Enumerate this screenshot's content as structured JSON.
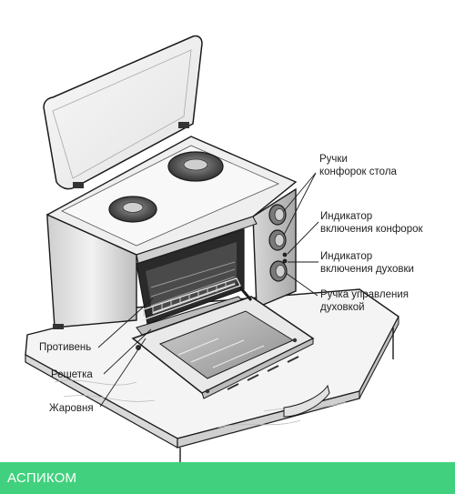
{
  "labels": {
    "burner_knobs": [
      "Ручки",
      "конфорок стола"
    ],
    "burner_indicator": [
      "Индикатор",
      "включения конфорок"
    ],
    "oven_indicator": [
      "Индикатор",
      "включения духовки"
    ],
    "oven_knob": [
      "Ручка управления",
      "духовкой"
    ],
    "tray": "Противень",
    "rack": "Решетка",
    "roaster": "Жаровня"
  },
  "footer": {
    "brand": "АСПИКОМ"
  },
  "colors": {
    "footer_bg": "#41d17e",
    "line": "#1a1a1a",
    "metal": "#e7e7e7"
  }
}
